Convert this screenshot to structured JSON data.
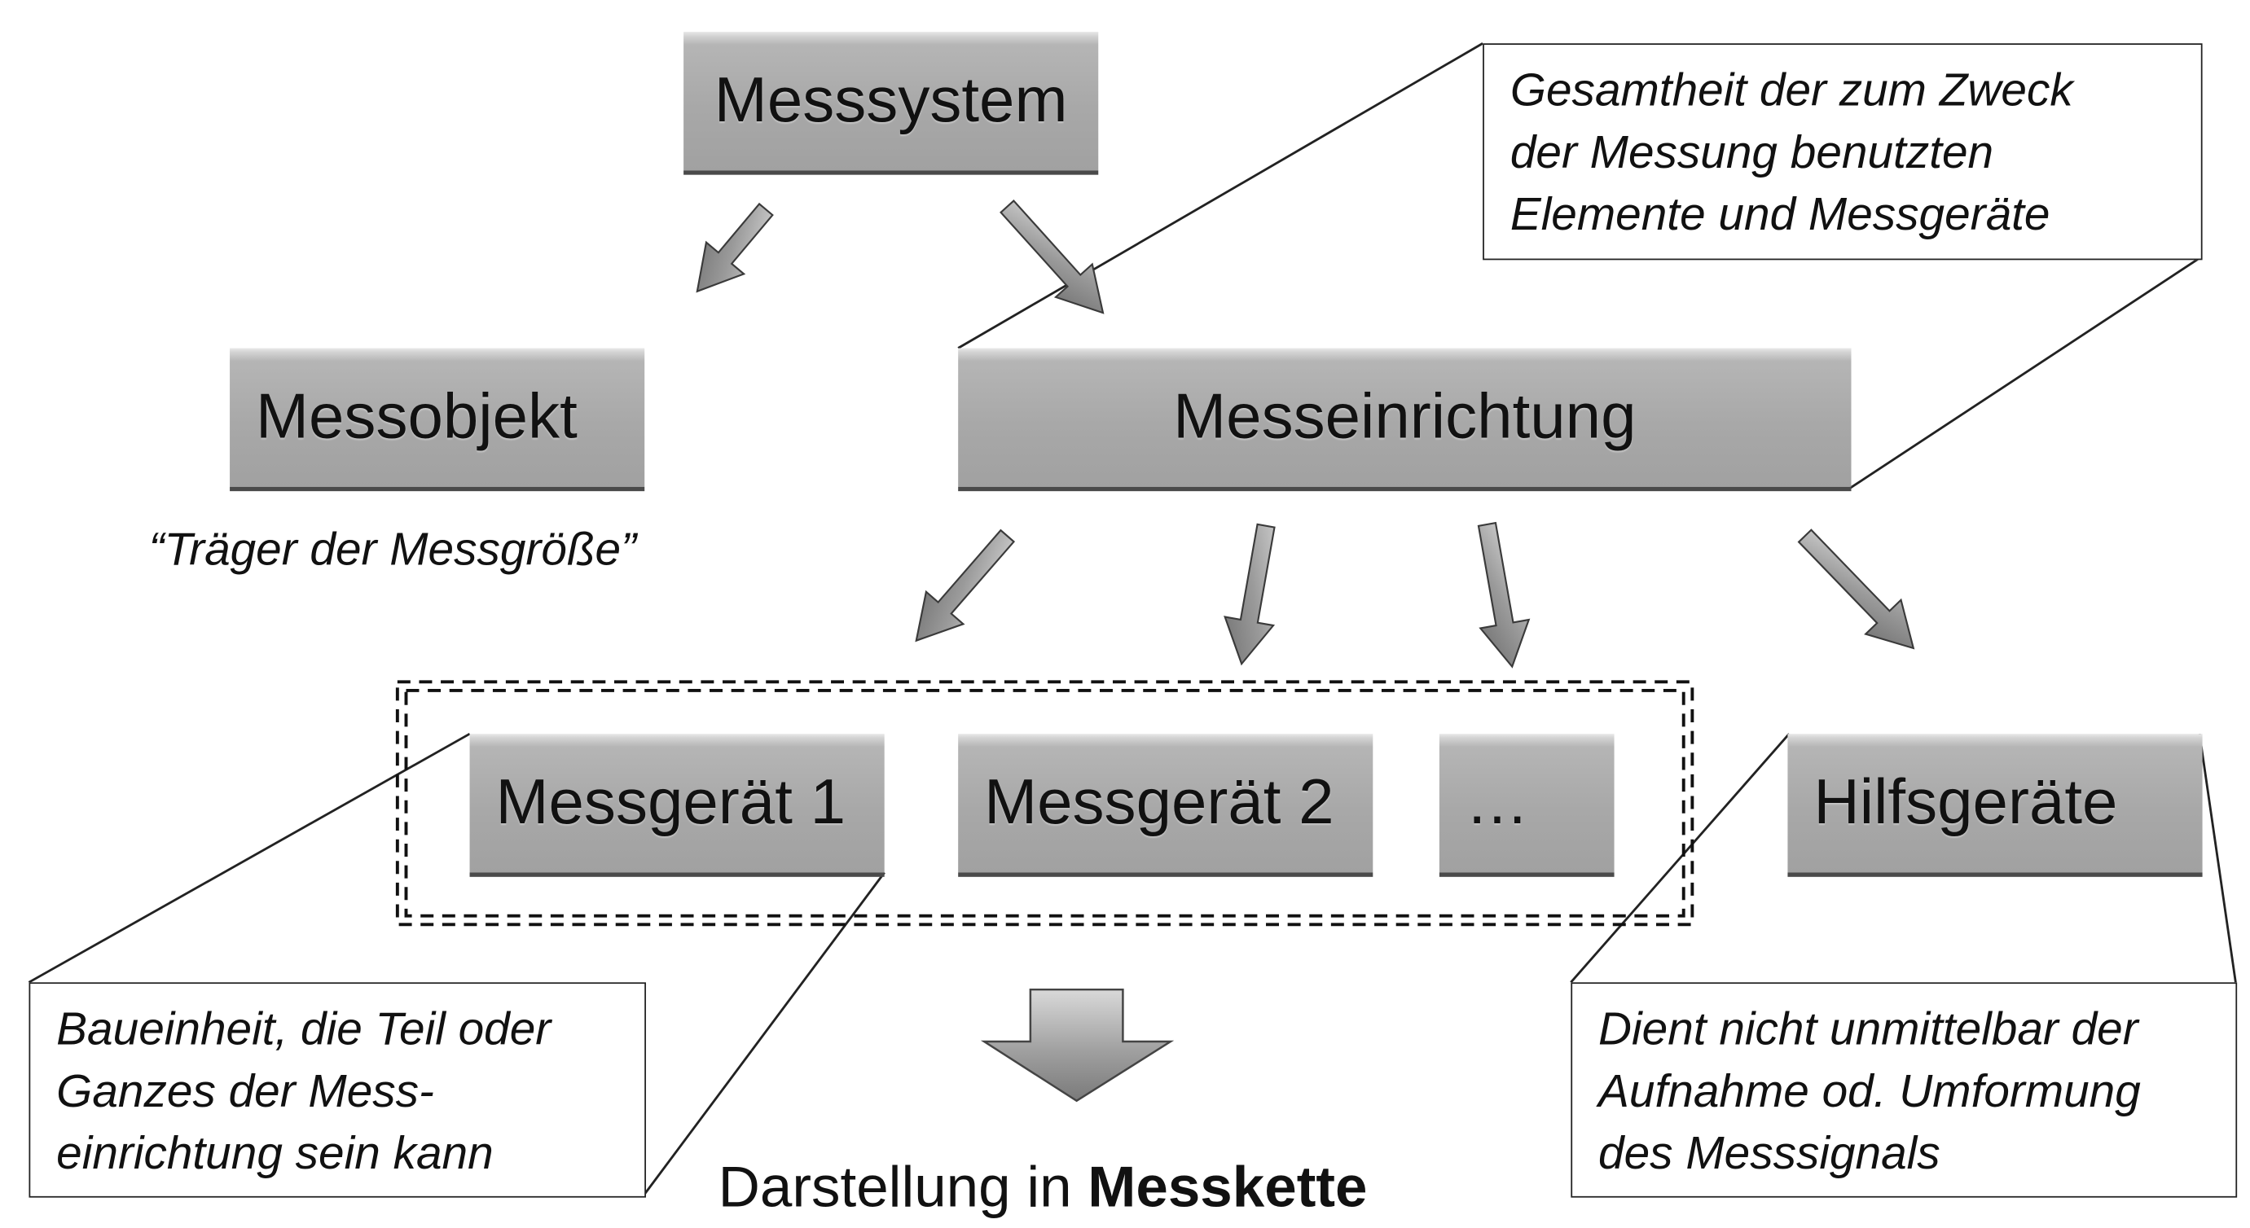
{
  "nodes": {
    "messsystem": "Messsystem",
    "messobjekt": "Messobjekt",
    "messeinrichtung": "Messeinrichtung",
    "messgeraet_1": "Messgerät 1",
    "messgeraet_2": "Messgerät 2",
    "messgeraet_more": "…",
    "hilfsgeraete": "Hilfsgeräte"
  },
  "messobjekt_note": "“Träger der Messgröße”",
  "callouts": {
    "messeinrichtung": [
      "Gesamtheit der zum Zweck",
      "der Messung benutzten",
      "Elemente und Messgeräte"
    ],
    "messgeraet": [
      "Baueinheit, die Teil oder",
      "Ganzes der Mess-",
      "einrichtung sein kann"
    ],
    "hilfsgeraete": [
      "Dient nicht unmittelbar der",
      "Aufnahme od. Umformung",
      "des Messsignals"
    ]
  },
  "caption": {
    "prefix": "Darstellung in ",
    "emphasis": "Messkette"
  }
}
